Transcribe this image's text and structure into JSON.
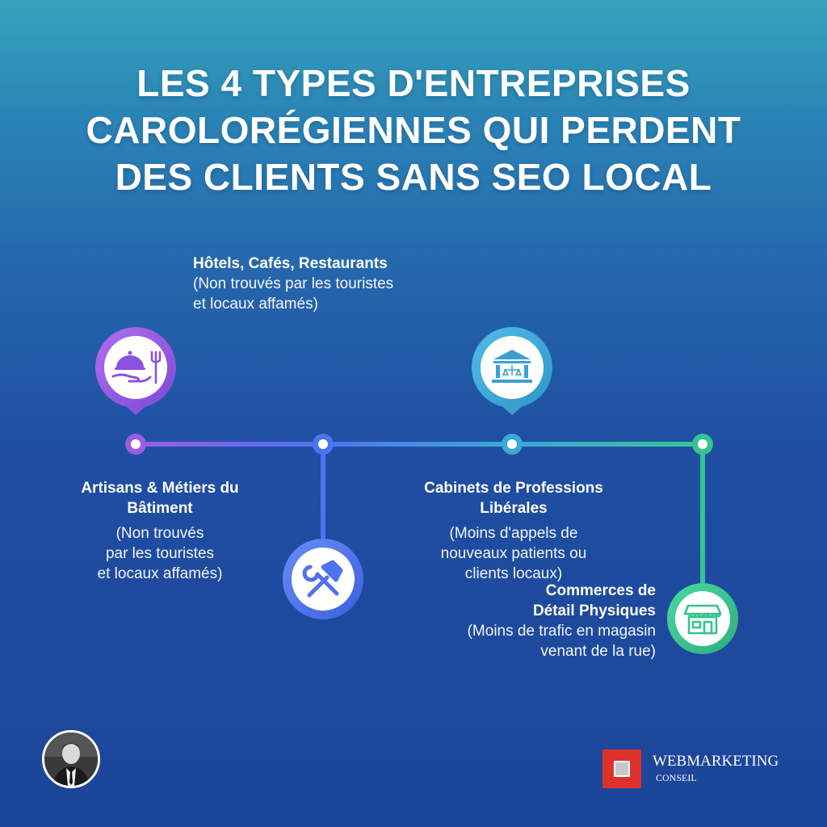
{
  "title": {
    "line1": "LES 4 TYPES D'ENTREPRISES",
    "line2": "CAROLORÉGIENNES QUI PERDENT",
    "line3": "DES CLIENTS SANS SEO LOCAL"
  },
  "items": [
    {
      "heading": "Hôtels, Cafés, Restaurants",
      "desc_lines": [
        "(Non trouvés par les touristes",
        "et locaux affamés)"
      ],
      "icon": "restaurant-icon",
      "color": "#9a5ce6"
    },
    {
      "heading_lines": [
        "Artisans & Métiers du",
        "Bâtiment"
      ],
      "desc_lines": [
        "(Non trouvés",
        "par les touristes",
        "et locaux affamés)"
      ],
      "icon": "tools-icon",
      "color": "#4f73ee"
    },
    {
      "heading_lines": [
        "Cabinets de Professions",
        "Libérales"
      ],
      "desc_lines": [
        "(Moins d'appels de",
        "nouveaux patients ou",
        "clients locaux)"
      ],
      "icon": "courthouse-icon",
      "color": "#3aa8d8"
    },
    {
      "heading_lines": [
        "Commerces de",
        "Détail Physiques"
      ],
      "desc_lines": [
        "(Moins de trafic en magasin",
        "venant de la rue)"
      ],
      "icon": "storefront-icon",
      "color": "#35c490"
    }
  ],
  "brand": {
    "name": "WEBMARKETING",
    "sub": "CONSEIL",
    "color": "#e0302b"
  },
  "avatar": {
    "icon": "author-photo"
  }
}
